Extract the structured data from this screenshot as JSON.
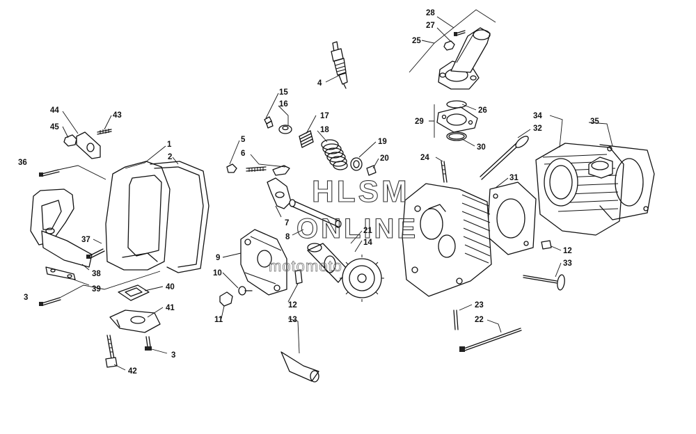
{
  "watermark": {
    "line1": "HLSM",
    "line2": "ONLINE",
    "line3": "motomoto"
  },
  "callouts": [
    {
      "id": "c28",
      "label": "28"
    },
    {
      "id": "c27",
      "label": "27"
    },
    {
      "id": "c25",
      "label": "25"
    },
    {
      "id": "c4",
      "label": "4"
    },
    {
      "id": "c15",
      "label": "15"
    },
    {
      "id": "c16",
      "label": "16"
    },
    {
      "id": "c17",
      "label": "17"
    },
    {
      "id": "c18",
      "label": "18"
    },
    {
      "id": "c19",
      "label": "19"
    },
    {
      "id": "c20",
      "label": "20"
    },
    {
      "id": "c26",
      "label": "26"
    },
    {
      "id": "c29",
      "label": "29"
    },
    {
      "id": "c30",
      "label": "30"
    },
    {
      "id": "c34",
      "label": "34"
    },
    {
      "id": "c35",
      "label": "35"
    },
    {
      "id": "c32",
      "label": "32"
    },
    {
      "id": "c24",
      "label": "24"
    },
    {
      "id": "c31",
      "label": "31"
    },
    {
      "id": "c44",
      "label": "44"
    },
    {
      "id": "c43",
      "label": "43"
    },
    {
      "id": "c45",
      "label": "45"
    },
    {
      "id": "c1",
      "label": "1"
    },
    {
      "id": "c2",
      "label": "2"
    },
    {
      "id": "c36",
      "label": "36"
    },
    {
      "id": "c5",
      "label": "5"
    },
    {
      "id": "c6",
      "label": "6"
    },
    {
      "id": "c7",
      "label": "7"
    },
    {
      "id": "c8",
      "label": "8"
    },
    {
      "id": "c21",
      "label": "21"
    },
    {
      "id": "c14",
      "label": "14"
    },
    {
      "id": "c9",
      "label": "9"
    },
    {
      "id": "c37",
      "label": "37"
    },
    {
      "id": "c38",
      "label": "38"
    },
    {
      "id": "c39",
      "label": "39"
    },
    {
      "id": "c40",
      "label": "40"
    },
    {
      "id": "c3a",
      "label": "3"
    },
    {
      "id": "c10",
      "label": "10"
    },
    {
      "id": "c11",
      "label": "11"
    },
    {
      "id": "c12a",
      "label": "12"
    },
    {
      "id": "c12b",
      "label": "12"
    },
    {
      "id": "c33",
      "label": "33"
    },
    {
      "id": "c41",
      "label": "41"
    },
    {
      "id": "c3b",
      "label": "3"
    },
    {
      "id": "c42",
      "label": "42"
    },
    {
      "id": "c13",
      "label": "13"
    },
    {
      "id": "c23",
      "label": "23"
    },
    {
      "id": "c22",
      "label": "22"
    }
  ]
}
